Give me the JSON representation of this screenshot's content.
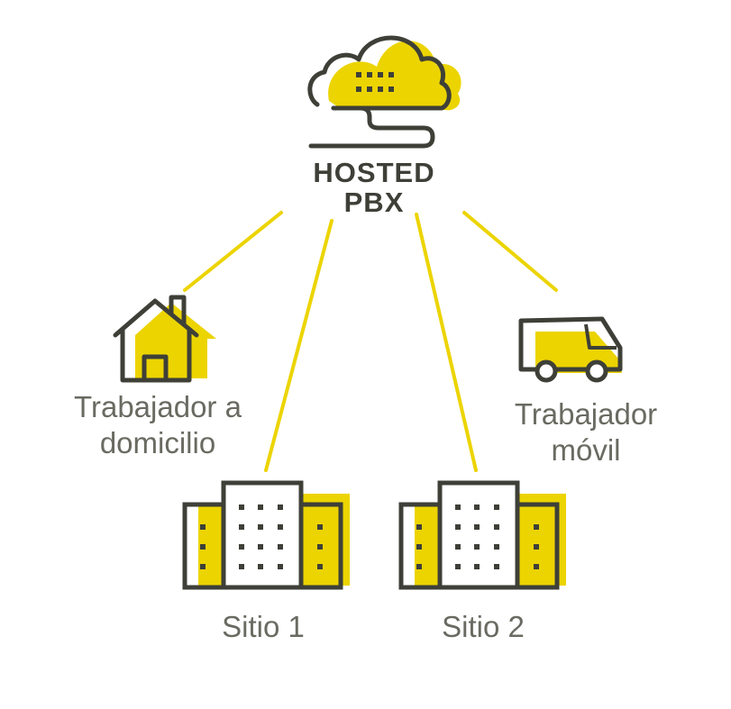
{
  "hub": {
    "title_line1": "HOSTED",
    "title_line2": "PBX",
    "icon": "cloud-icon"
  },
  "nodes": {
    "home_worker": {
      "line1": "Trabajador a",
      "line2": "domicilio",
      "icon": "house-icon"
    },
    "mobile_worker": {
      "line1": "Trabajador",
      "line2": "móvil",
      "icon": "van-icon"
    },
    "site1": {
      "label": "Sitio 1",
      "icon": "office-buildings-icon"
    },
    "site2": {
      "label": "Sitio 2",
      "icon": "office-buildings-icon"
    }
  },
  "colors": {
    "accent": "#ecd400",
    "outline": "#3e4038",
    "text": "#6a6a62",
    "connector": "#ecd400"
  }
}
